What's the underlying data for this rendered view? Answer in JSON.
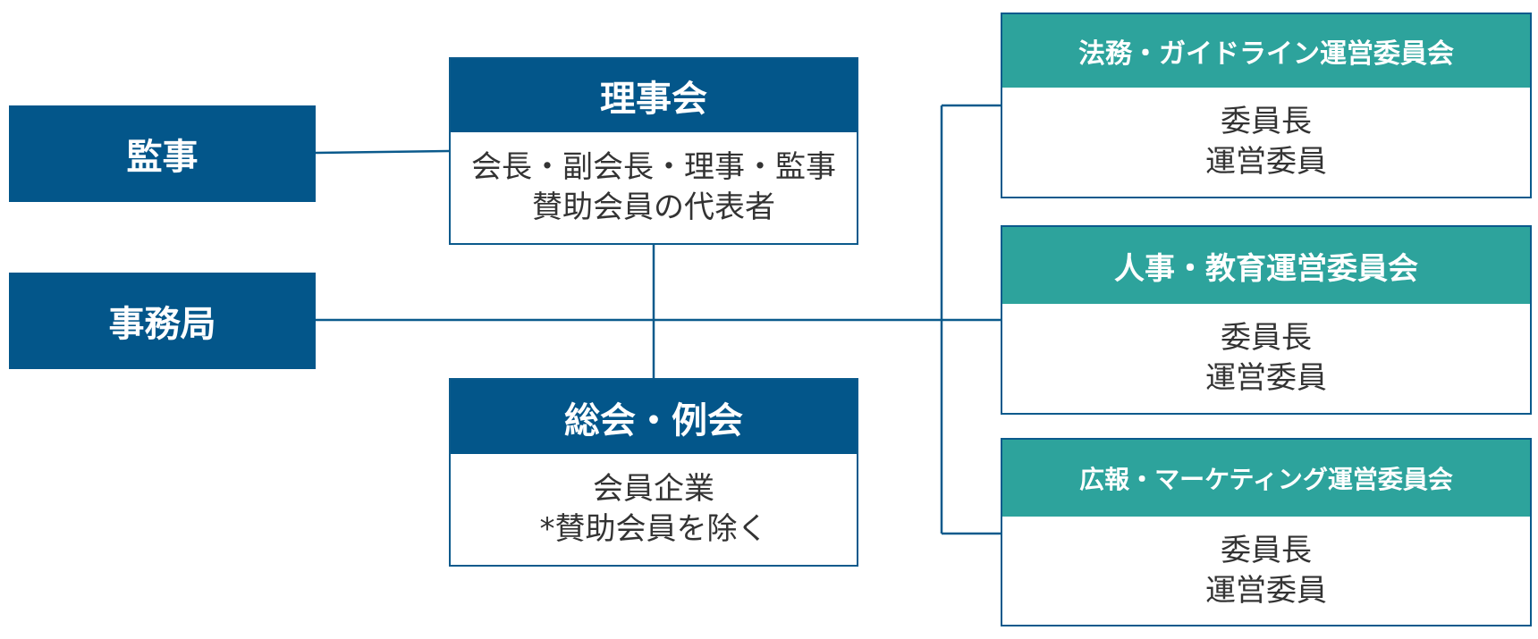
{
  "colors": {
    "navy": "#03568a",
    "teal": "#2da39c",
    "line": "#0b5a8c",
    "text": "#333333"
  },
  "kansa": {
    "title": "監事"
  },
  "jimukyoku": {
    "title": "事務局"
  },
  "rijikai": {
    "title": "理事会",
    "lines": [
      "会長・副会長・理事・監事",
      "賛助会員の代表者"
    ]
  },
  "soukai": {
    "title": "総会・例会",
    "lines": [
      "会員企業",
      "*賛助会員を除く"
    ]
  },
  "committees": [
    {
      "title": "法務・ガイドライン運営委員会",
      "lines": [
        "委員長",
        "運営委員"
      ]
    },
    {
      "title": "人事・教育運営委員会",
      "lines": [
        "委員長",
        "運営委員"
      ]
    },
    {
      "title": "広報・マーケティング運営委員会",
      "lines": [
        "委員長",
        "運営委員"
      ]
    }
  ]
}
